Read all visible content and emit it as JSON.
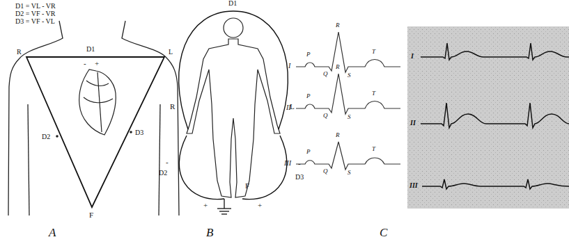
{
  "diagram": {
    "labels": [
      "D1 = VL - VR",
      "D2 = VF - VR",
      "D3 = VF - VL",
      "D1",
      "-",
      "+",
      "R",
      "L",
      "D2",
      "D3",
      "F",
      "A",
      "D1",
      "R",
      "L",
      "-",
      "D2",
      "+",
      "+",
      "D3",
      "-",
      "F",
      "B",
      "I",
      "P",
      "R",
      "Q",
      "S",
      "T",
      "II",
      "P",
      "R",
      "Q",
      "S",
      "T",
      "III",
      "P",
      "R",
      "Q",
      "S",
      "T",
      "I",
      "II",
      "III",
      "C"
    ]
  }
}
